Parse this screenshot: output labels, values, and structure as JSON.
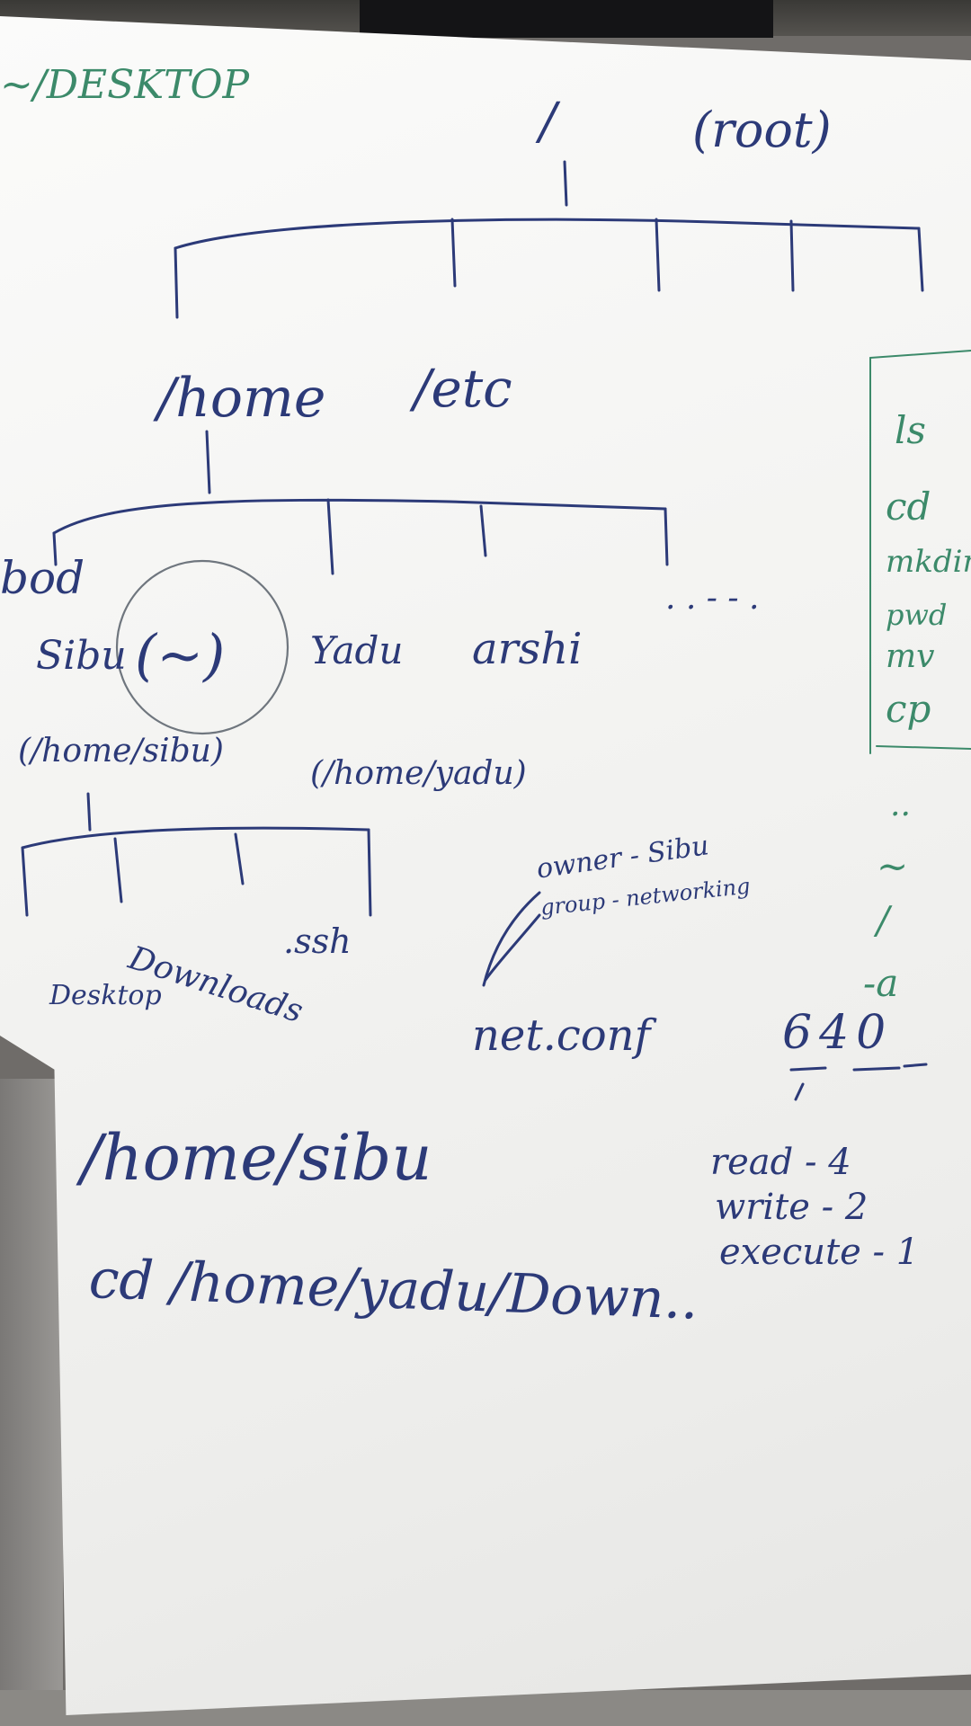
{
  "colors": {
    "ink_blue": "#2c3a78",
    "ink_green": "#3c8a6a",
    "board": "#f4f4f2"
  },
  "corner_label": "~/DESKTOP",
  "tree": {
    "root_slash": "/",
    "root_label": "(root)",
    "home": "/home",
    "etc": "/etc",
    "bod": "bod",
    "sibu": "Sibu",
    "tilde": "(~)",
    "sibu_path": "(/home/sibu)",
    "yadu": "Yadu",
    "yadu_path": "(/home/yadu)",
    "arshi": "arshi",
    "ellipsis": ". . - - .",
    "desktop": "Desktop",
    "downloads": "Downloads",
    "ssh": ".ssh"
  },
  "sidebar": {
    "commands": [
      "ls",
      "cd",
      "mkdir",
      "pwd",
      "mv",
      "cp"
    ],
    "symbols": [
      "..",
      "~",
      "/",
      "-a"
    ]
  },
  "permissions": {
    "owner": "owner - Sibu",
    "group": "group - networking",
    "file": "net.conf",
    "mode": "640",
    "read": "read - 4",
    "write": "write - 2",
    "execute": "execute - 1"
  },
  "paths": {
    "path1": "/home/sibu",
    "cmd": "cd /home/yadu/Down.."
  }
}
